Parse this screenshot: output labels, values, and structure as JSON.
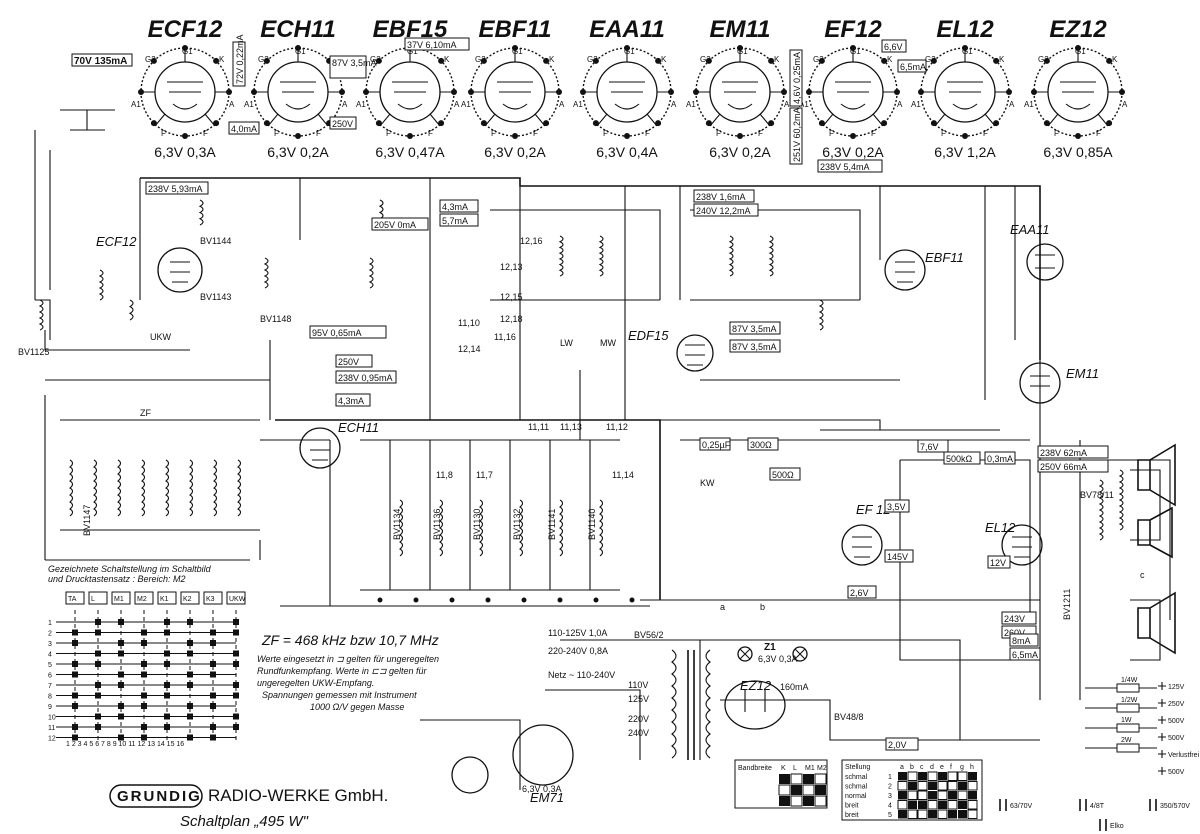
{
  "tubes": [
    {
      "name": "ECF12",
      "spec": "6,3V 0,3A"
    },
    {
      "name": "ECH11",
      "spec": "6,3V 0,2A"
    },
    {
      "name": "EBF15",
      "spec": "6,3V 0,47A"
    },
    {
      "name": "EBF11",
      "spec": "6,3V 0,2A"
    },
    {
      "name": "EAA11",
      "spec": "6,3V 0,4A"
    },
    {
      "name": "EM11",
      "spec": "6,3V 0,2A"
    },
    {
      "name": "EF12",
      "spec": "6,3V 0,2A"
    },
    {
      "name": "EL12",
      "spec": "6,3V 1,2A"
    },
    {
      "name": "EZ12",
      "spec": "6,3V 0,85A"
    }
  ],
  "top_voltages": [
    "70V 135mA",
    "72V 0,22mA",
    "87V 3,5mA",
    "37V 6,10mA",
    "250V",
    "4,0mA",
    "4,6V 0,25mA",
    "251V 60,2mA",
    "6,6V",
    "6,5mA",
    "238V 5,4mA"
  ],
  "stage_labels": {
    "ecf12": "ECF12",
    "ech11": "ECH11",
    "edf15": "EDF15",
    "ebf11": "EBF11",
    "eaa11": "EAA11",
    "em11": "EM11",
    "ef12": "EF 12",
    "el12": "EL12",
    "ez12": "EZ12",
    "em71": "EM71",
    "em71_spec": "6,3V 0,3A"
  },
  "coils": [
    "BV1144",
    "BV1143",
    "BV1147",
    "BV1148",
    "BV1125",
    "BV1134",
    "BV1136",
    "BV1130",
    "BV1132",
    "BV1141",
    "BV1140",
    "BV78/11",
    "BV1211",
    "BV56/2",
    "BV48/8"
  ],
  "voltage_boxes": [
    "238V 5,93mA",
    "205V 0mA",
    "4,3mA",
    "5,7mA",
    "95V 0,65mA",
    "250V",
    "238V 0,95mA",
    "4,3mA",
    "238V 1,6mA",
    "240V 12,2mA",
    "87V 3,5mA",
    "87V 3,5mA",
    "0,25µF",
    "300Ω",
    "500Ω",
    "500kΩ",
    "0,3mA",
    "238V 62mA",
    "250V 66mA",
    "243V",
    "260V",
    "7,6V",
    "2,6V",
    "3,5V",
    "145V",
    "12V",
    "8mA",
    "6,5mA",
    "2,0V"
  ],
  "rail_labels": [
    "12,16",
    "12,13",
    "12,15",
    "12,18",
    "11,10",
    "11,16",
    "12,14",
    "11,8",
    "11,7",
    "11,13",
    "11,11",
    "11,12",
    "11,14"
  ],
  "zf": "ZF = 468 kHz bzw 10,7 MHz",
  "notes": [
    "Werte eingesetzt in ⊐ gelten für ungeregelten",
    "Rundfunkempfang. Werte in ⊏⊐ gelten für",
    "ungeregelten UKW-Empfang.",
    "Spannungen gemessen mit Instrument",
    "1000 Ω/V gegen Masse"
  ],
  "switch_legend": {
    "line1": "Gezeichnete Schaltstellung im Schaltbild",
    "line2": "und Drucktastensatz :  Bereich: M2",
    "headers": [
      "TA",
      "L",
      "M1",
      "M2",
      "K1",
      "K2",
      "K3",
      "UKW"
    ],
    "rows": [
      "1",
      "2",
      "3",
      "4",
      "5",
      "6",
      "7",
      "8",
      "9",
      "10",
      "11",
      "12"
    ],
    "cols": "1 2 3 4 5 6 7 8 9 10 11 12 13 14 15 16"
  },
  "mains": {
    "v1": "110-125V 1,0A",
    "v2": "220-240V 0,8A",
    "netz": "Netz ~ 110-240V",
    "taps": [
      "110V",
      "125V",
      "220V",
      "240V"
    ],
    "z1": "Z1",
    "z1_spec": "6,3V 0,3A",
    "fuse": "160mA"
  },
  "bandwidth": {
    "title": "Bandbreite",
    "headers": [
      "K",
      "L",
      "M1",
      "M2"
    ]
  },
  "stellung": {
    "title": "Stellung",
    "headers": [
      "a",
      "b",
      "c",
      "d",
      "e",
      "f",
      "g",
      "h"
    ],
    "rows": [
      {
        "name": "schmal",
        "n": "1"
      },
      {
        "name": "schmal",
        "n": "2"
      },
      {
        "name": "normal",
        "n": "3"
      },
      {
        "name": "breit",
        "n": "4"
      },
      {
        "name": "breit",
        "n": "5"
      }
    ]
  },
  "resistor_key": [
    "1/4W",
    "1/2W",
    "1W",
    "2W",
    "125V",
    "250V",
    "500V",
    "500V",
    "Verlustfrei",
    "500V"
  ],
  "cap_key": [
    "63/70V",
    "4/8T",
    "350/570V",
    "Elko"
  ],
  "title": {
    "brand": "GRUNDIG",
    "company": "RADIO-WERKE GmbH.",
    "schematic": "Schaltplan „495 W\""
  },
  "misc_labels": [
    "ZF",
    "UKW",
    "LW",
    "MW",
    "KW",
    "a",
    "b",
    "c",
    "d",
    "e",
    "f",
    "g",
    "h"
  ]
}
